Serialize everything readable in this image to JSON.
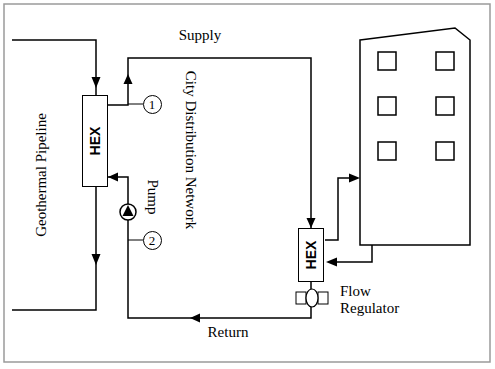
{
  "diagram": {
    "nodes": [
      {
        "text": [
          "HEX"
        ]
      },
      {
        "text": [
          "HEX"
        ]
      }
    ],
    "edges": [
      {
        "from": 0,
        "to": 1,
        "arrow": "to",
        "label": "Supply"
      },
      {
        "from": 1,
        "to": 0,
        "arrow": "to",
        "label": "Return"
      }
    ],
    "labels": [
      "Geothermal Pipeline",
      "1",
      "Pump",
      "2",
      "City Distribution Network",
      "Flow Regulator"
    ]
  }
}
